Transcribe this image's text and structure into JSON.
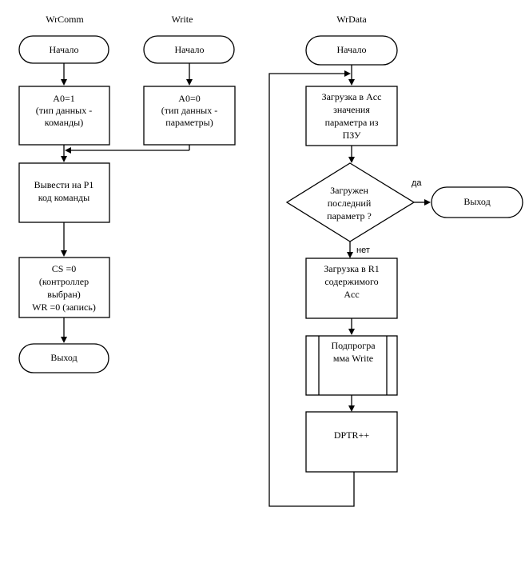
{
  "titles": {
    "wrcomm": "WrComm",
    "write": "Write",
    "wrdata": "WrData"
  },
  "wrcomm": {
    "start": "Начало",
    "set_a0": [
      "A0=1",
      "(тип данных -",
      "команды)"
    ],
    "output": [
      "Вывести на P1",
      "код команды"
    ],
    "cs": [
      "CS =0",
      "(контроллер",
      "выбран)",
      "WR =0 (запись)"
    ],
    "exit": "Выход"
  },
  "write": {
    "start": "Начало",
    "set_a0": [
      "A0=0",
      "(тип данных -",
      "параметры)"
    ]
  },
  "wrdata": {
    "start": "Начало",
    "load_acc": [
      "Загрузка в Acc",
      "значения",
      "параметра из",
      "ПЗУ"
    ],
    "decision": [
      "Загружен",
      "последний",
      "параметр ?"
    ],
    "yes_label": "да",
    "no_label": "нет",
    "exit": "Выход",
    "load_r1": [
      "Загрузка в R1",
      "содержимого",
      "Acc"
    ],
    "subroutine": [
      "Подпрогра",
      "мма Write"
    ],
    "dptr": "DPTR++"
  }
}
